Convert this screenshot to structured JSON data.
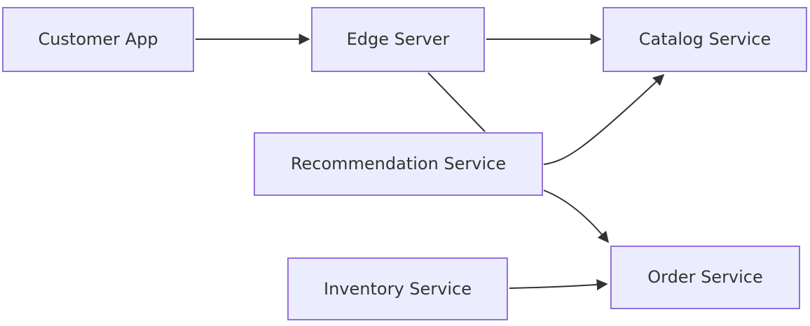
{
  "diagram": {
    "type": "flowchart",
    "direction": "left-to-right",
    "nodes": [
      {
        "id": "customer-app",
        "label": "Customer App"
      },
      {
        "id": "edge-server",
        "label": "Edge Server"
      },
      {
        "id": "catalog-service",
        "label": "Catalog Service"
      },
      {
        "id": "recommendation-service",
        "label": "Recommendation Service"
      },
      {
        "id": "inventory-service",
        "label": "Inventory Service"
      },
      {
        "id": "order-service",
        "label": "Order Service"
      }
    ],
    "edges": [
      {
        "from": "Customer App",
        "to": "Edge Server",
        "arrowhead": true,
        "shape": "straight"
      },
      {
        "from": "Edge Server",
        "to": "Catalog Service",
        "arrowhead": true,
        "shape": "straight"
      },
      {
        "from": "Edge Server",
        "to": "Recommendation Service",
        "arrowhead": false,
        "shape": "straight-diagonal"
      },
      {
        "from": "Recommendation Service",
        "to": "Catalog Service",
        "arrowhead": true,
        "shape": "curved"
      },
      {
        "from": "Recommendation Service",
        "to": "Order Service",
        "arrowhead": true,
        "shape": "curved"
      },
      {
        "from": "Inventory Service",
        "to": "Order Service",
        "arrowhead": true,
        "shape": "slight-curve"
      }
    ],
    "colors": {
      "node_fill": "#ECECFF",
      "node_border": "#9370DB",
      "edge_stroke": "#333333",
      "label_text": "#333333",
      "background": "#FFFFFF"
    }
  }
}
